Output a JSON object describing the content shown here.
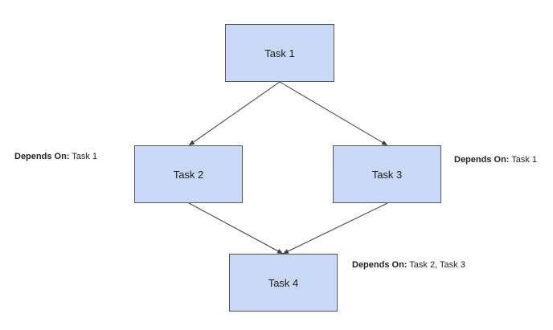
{
  "colors": {
    "node_fill": "#c9d8f5",
    "node_border": "#555a63",
    "edge": "#3a3a3a"
  },
  "nodes": {
    "task1": {
      "label": "Task 1"
    },
    "task2": {
      "label": "Task 2"
    },
    "task3": {
      "label": "Task 3"
    },
    "task4": {
      "label": "Task 4"
    }
  },
  "edges": [
    {
      "from": "Task 1",
      "to": "Task 2"
    },
    {
      "from": "Task 1",
      "to": "Task 3"
    },
    {
      "from": "Task 2",
      "to": "Task 4"
    },
    {
      "from": "Task 3",
      "to": "Task 4"
    }
  ],
  "dependencies": {
    "prefix": "Depends On:",
    "task2": " Task 1",
    "task3": " Task 1",
    "task4": " Task 2, Task 3"
  }
}
